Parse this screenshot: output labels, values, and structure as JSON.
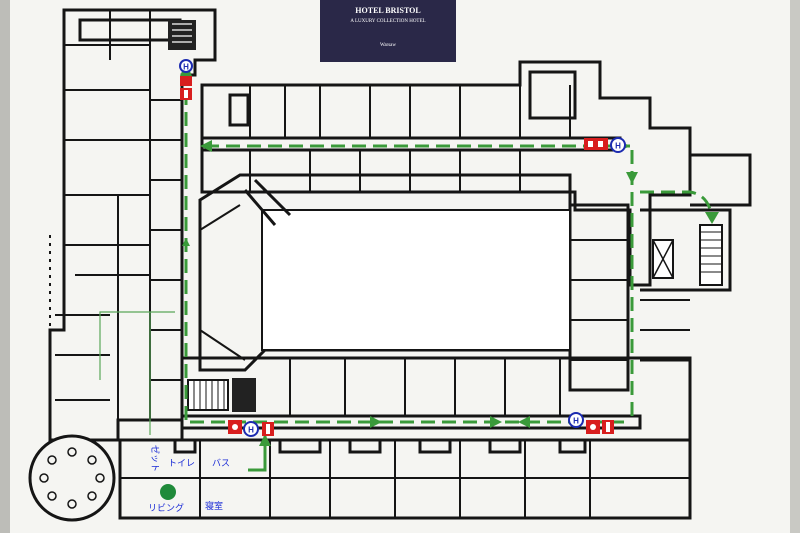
{
  "sign": {
    "title": "HOTEL BRISTOL",
    "subtitle": "A LUXURY COLLECTION HOTEL",
    "city": "Warsaw",
    "bg_color": "#2a2848"
  },
  "colors": {
    "route": "#3a9a3a",
    "exit_red": "#d81e1e",
    "lift_blue": "#1c2bb0",
    "marker_green": "#1f8a3a",
    "label_blue": "#1a2bd6",
    "card_bg": "#f5f5f2"
  },
  "icons": [
    "elevator-icon",
    "fire-extinguisher-icon",
    "fire-alarm-icon",
    "you-are-here-marker"
  ],
  "room_labels": {
    "closet": "ゼット",
    "toilet": "トイレ",
    "bath": "バス",
    "living": "リビング",
    "bedroom": "寝室"
  },
  "lift_letter": "H"
}
